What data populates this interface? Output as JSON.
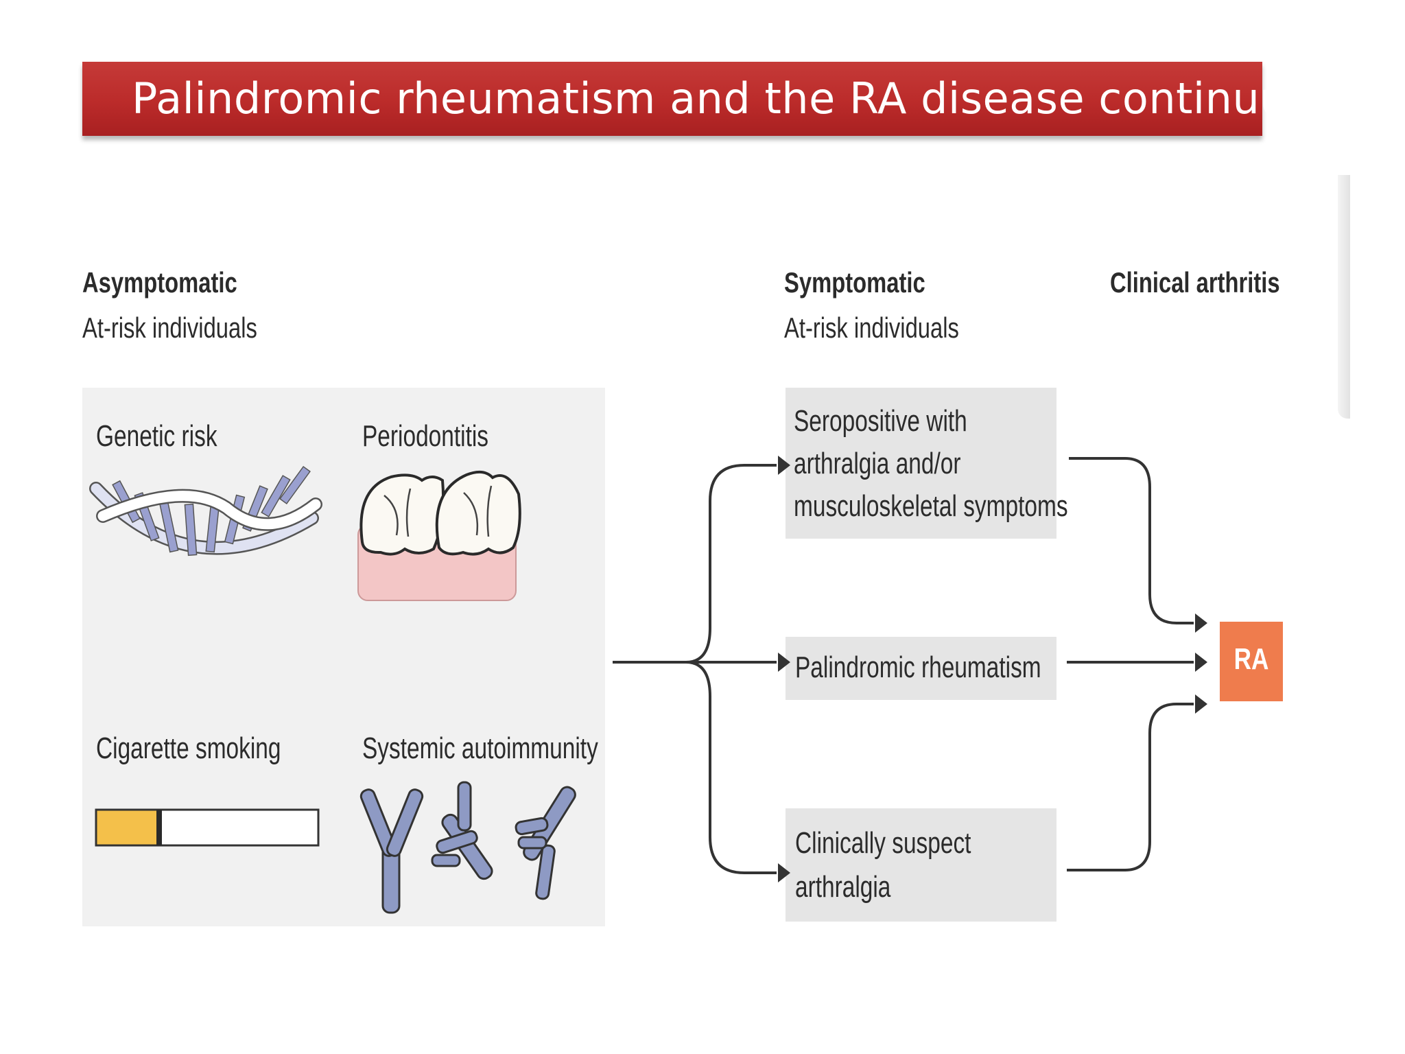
{
  "title": "Palindromic rheumatism and the RA disease continuum",
  "stages": {
    "asymptomatic": {
      "heading": "Asymptomatic",
      "sub": "At-risk individuals"
    },
    "symptomatic": {
      "heading": "Symptomatic",
      "sub": "At-risk individuals"
    },
    "clinical": {
      "heading": "Clinical arthritis"
    }
  },
  "risk_factors": {
    "genetic": "Genetic risk",
    "periodontitis": "Periodontitis",
    "smoking": "Cigarette smoking",
    "autoimmunity": "Systemic autoimmunity"
  },
  "symptom_boxes": {
    "seropositive": [
      "Seropositive with",
      "arthralgia and/or",
      "musculoskeletal symptoms"
    ],
    "palindromic": "Palindromic rheumatism",
    "suspect": [
      "Clinically suspect",
      "arthralgia"
    ]
  },
  "outcome": "RA",
  "colors": {
    "title_bar": "#bb2b2a",
    "ra_box": "#ef7c4d",
    "antibody": "#8e9ac4",
    "dna": "#9aa0cf",
    "cigarette_filter": "#f4c04a",
    "gum": "#f3c6c6"
  },
  "icons": {
    "genetic": "dna-helix-icon",
    "periodontitis": "teeth-icon",
    "smoking": "cigarette-icon",
    "autoimmunity": "antibody-icon"
  }
}
